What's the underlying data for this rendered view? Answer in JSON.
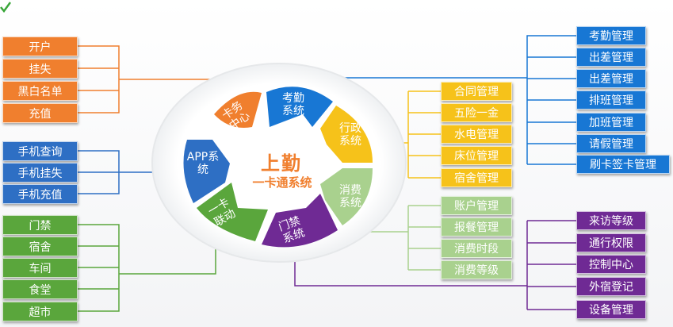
{
  "center": {
    "title": "上勤",
    "subtitle": "一卡通系统"
  },
  "segments": {
    "card_center": "卡务中心",
    "attendance": "考勤系统",
    "admin": "行政系统",
    "consume": "消费系统",
    "access": "门禁系统",
    "linkage": "一卡联动",
    "app": "APP系统"
  },
  "card_center_items": [
    "开户",
    "挂失",
    "黑白名单",
    "充值"
  ],
  "app_items": [
    "手机查询",
    "手机挂失",
    "手机充值"
  ],
  "linkage_items": [
    "门禁",
    "宿舍",
    "车间",
    "食堂",
    "超市"
  ],
  "attendance_items": [
    "考勤管理",
    "出差管理",
    "出差管理",
    "排班管理",
    "加班管理",
    "请假管理",
    "刷卡签卡管理"
  ],
  "admin_items": [
    "合同管理",
    "五险一金",
    "水电管理",
    "床位管理",
    "宿舍管理"
  ],
  "consume_items": [
    "账户管理",
    "报餐管理",
    "消费时段",
    "消费等级"
  ],
  "access_items": [
    "来访等级",
    "通行权限",
    "控制中心",
    "外宿登记",
    "设备管理"
  ],
  "colors": {
    "card_center": "#f07f2e",
    "app": "#2e6fc4",
    "linkage": "#5aa63c",
    "attendance": "#1877d4",
    "admin": "#f6c21a",
    "consume": "#a9d18e",
    "access": "#6f2a94"
  }
}
